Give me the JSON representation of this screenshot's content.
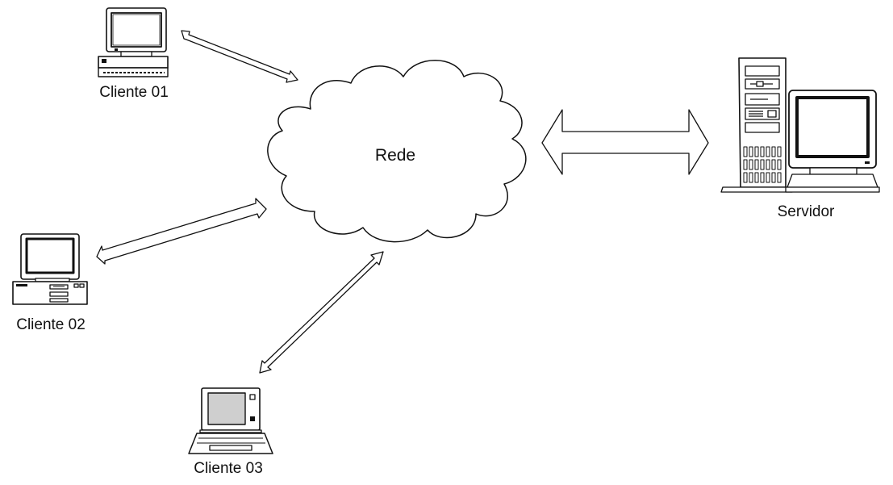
{
  "network": {
    "label": "Rede"
  },
  "server": {
    "label": "Servidor"
  },
  "clients": [
    {
      "label": "Cliente 01"
    },
    {
      "label": "Cliente 02"
    },
    {
      "label": "Cliente 03"
    }
  ],
  "colors": {
    "line": "#111111",
    "fill": "#ffffff",
    "screen": "#cfcfcf"
  },
  "icons": [
    "cloud-icon",
    "server-tower-icon",
    "monitor-icon",
    "desktop-computer-icon",
    "laptop-icon",
    "double-arrow-icon"
  ]
}
